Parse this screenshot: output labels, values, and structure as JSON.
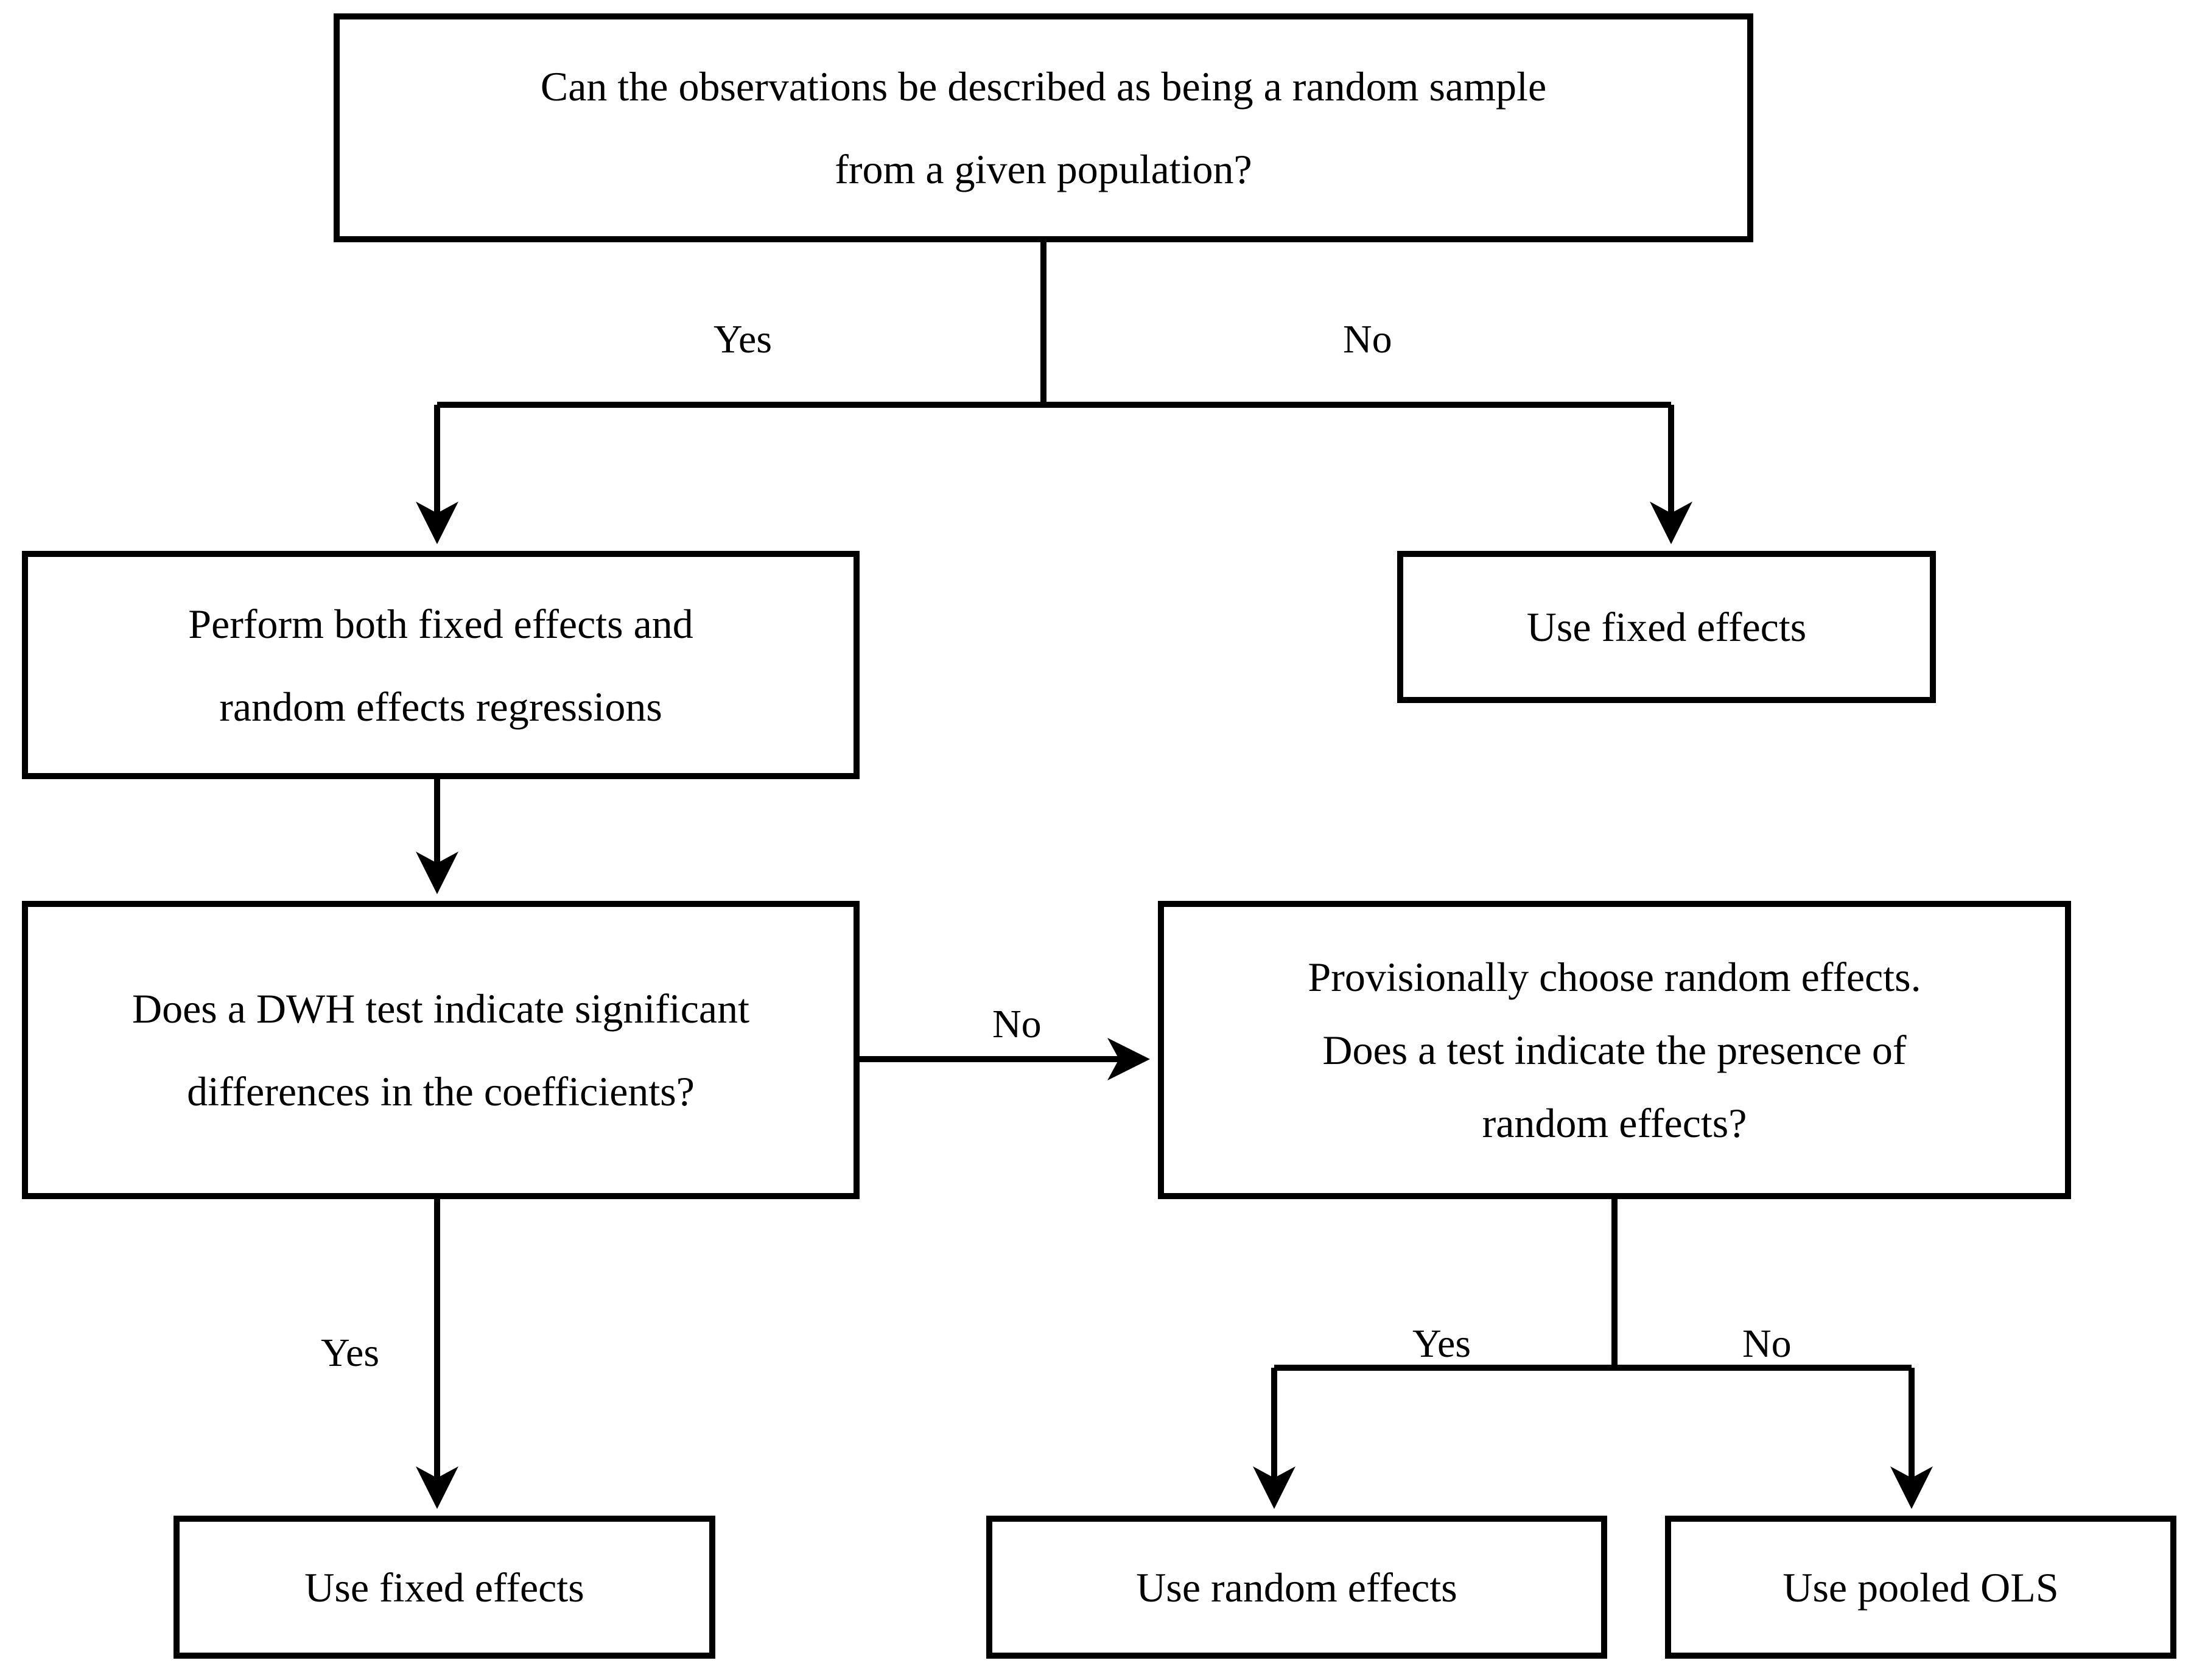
{
  "diagram": {
    "title": "Panel data model selection decision flowchart",
    "colors": {
      "stroke": "#000000",
      "background": "#ffffff",
      "text": "#000000"
    },
    "nodes": {
      "root_question": {
        "lines": [
          "Can the observations be described as being a random sample",
          "from a given population?"
        ]
      },
      "perform_both": {
        "lines": [
          "Perform both fixed effects and",
          "random effects regressions"
        ]
      },
      "use_fixed_effects_top": {
        "lines": [
          "Use fixed effects"
        ]
      },
      "dwh_question": {
        "lines": [
          "Does a DWH test indicate significant",
          "differences in the coefficients?"
        ]
      },
      "random_effects_question": {
        "lines": [
          "Provisionally choose random effects.",
          "Does a test indicate the presence of",
          "random effects?"
        ]
      },
      "use_fixed_effects_bottom": {
        "lines": [
          "Use fixed effects"
        ]
      },
      "use_random_effects": {
        "lines": [
          "Use random effects"
        ]
      },
      "use_pooled_ols": {
        "lines": [
          "Use pooled OLS"
        ]
      }
    },
    "edge_labels": {
      "root_yes": "Yes",
      "root_no": "No",
      "dwh_yes": "Yes",
      "dwh_no": "No",
      "re_yes": "Yes",
      "re_no": "No"
    }
  }
}
